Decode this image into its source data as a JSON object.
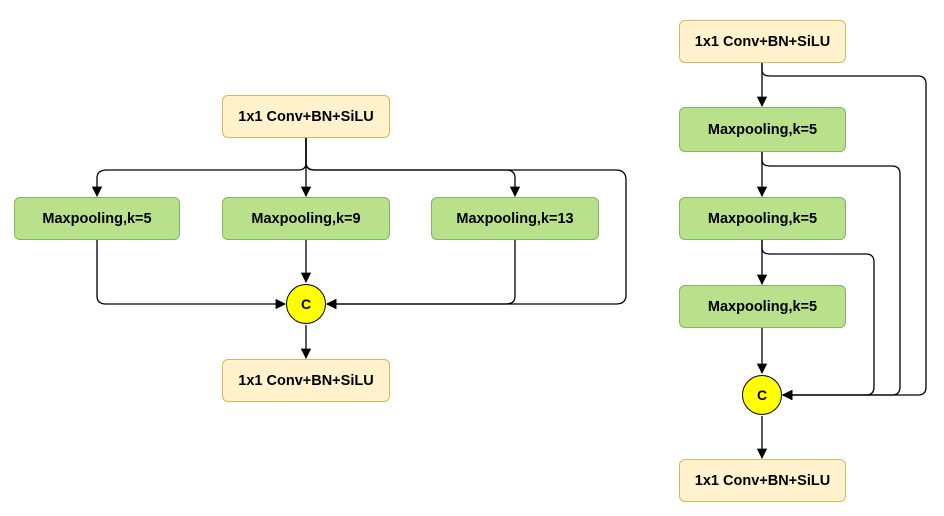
{
  "colors": {
    "conv_fill": "#fff2cc",
    "pool_fill": "#b9e08a",
    "concat_fill": "#ffff00",
    "edge": "#000000"
  },
  "left_diagram": {
    "input_label": "1x1 Conv+BN+SiLU",
    "branches": [
      "Maxpooling,k=5",
      "Maxpooling,k=9",
      "Maxpooling,k=13"
    ],
    "concat_label": "C",
    "output_label": "1x1 Conv+BN+SiLU"
  },
  "right_diagram": {
    "input_label": "1x1 Conv+BN+SiLU",
    "stages": [
      "Maxpooling,k=5",
      "Maxpooling,k=5",
      "Maxpooling,k=5"
    ],
    "concat_label": "C",
    "output_label": "1x1 Conv+BN+SiLU"
  }
}
